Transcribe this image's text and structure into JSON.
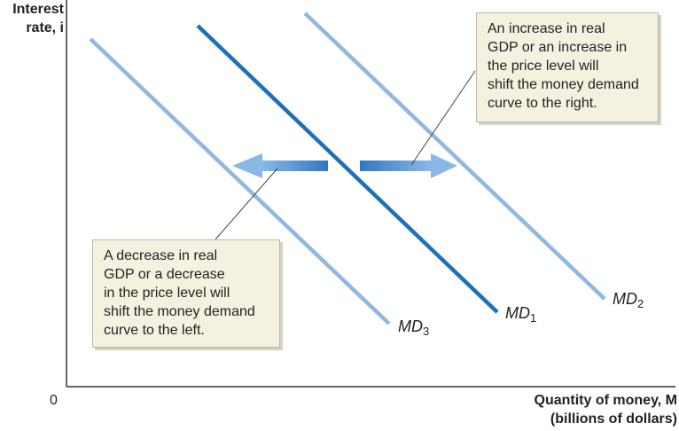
{
  "axes": {
    "y_label_lines": [
      "Interest",
      "rate, i"
    ],
    "x_label_lines": [
      "Quantity of money, M",
      "(billions of dollars)"
    ],
    "origin": "0"
  },
  "curves": [
    {
      "id": "MD1",
      "label": "MD",
      "subscript": "1",
      "color": "#1f6fbf"
    },
    {
      "id": "MD2",
      "label": "MD",
      "subscript": "2",
      "color": "#8fb8e2"
    },
    {
      "id": "MD3",
      "label": "MD",
      "subscript": "3",
      "color": "#8fb8e2"
    }
  ],
  "notes": {
    "right": [
      "An increase in real",
      "GDP or an increase in",
      "the price level will",
      "shift the money demand",
      "curve to the right."
    ],
    "left": [
      "A decrease in real",
      "GDP or a decrease",
      "in the price level will",
      "shift the money demand",
      "curve to the left."
    ]
  },
  "colors": {
    "axis": "#333333",
    "arrow": "#4a8fd4",
    "note_background": "#f4f1e1"
  }
}
